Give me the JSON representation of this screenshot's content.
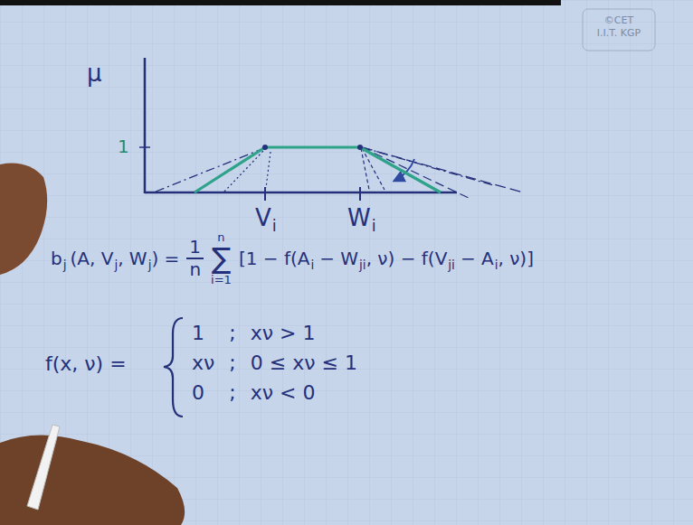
{
  "diagram": {
    "labels": [
      "©CET",
      "I.I.T. KGP",
      "μ",
      "1",
      "V",
      "i",
      "W",
      "i",
      "b",
      "j",
      "(A, V",
      "j",
      ", W",
      "j",
      ") =",
      "1",
      "n",
      "n",
      "∑",
      "i=1",
      "[1 − f(A",
      "i",
      "− W",
      "ji",
      ", ν) − f(V",
      "ji",
      "− A",
      "i",
      ", ν)]",
      "f(x, ν) =",
      "1",
      ";",
      "xν > 1",
      "xν",
      ";",
      "0 ≤ xν ≤ 1",
      "0",
      ";",
      "xν < 0"
    ]
  }
}
